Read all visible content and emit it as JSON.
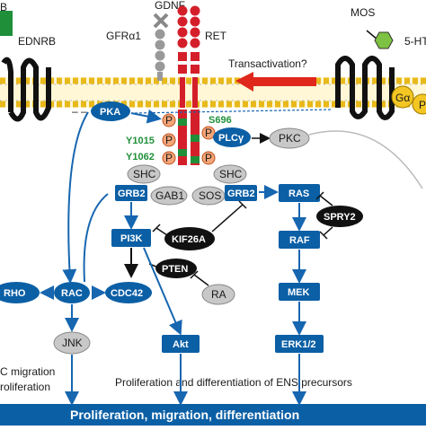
{
  "labels": {
    "ednrb_cut": "B",
    "ednrb": "EDNRB",
    "gdnf": "GDNF",
    "gfra1": "GFRα1",
    "ret": "RET",
    "mos": "MOS",
    "ht": "5-HT",
    "transactivation": "Transactivation?",
    "galpha": "Gα",
    "pka": "PKA",
    "p": "P",
    "s696": "S696",
    "y1015": "Y1015",
    "y1062": "Y1062",
    "plcg": "PLCγ",
    "pkc": "PKC",
    "shc": "SHC",
    "grb2": "GRB2",
    "gab1": "GAB1",
    "sos": "SOS",
    "ras": "RAS",
    "spry2": "SPRY2",
    "pi3k": "PI3K",
    "kif26a": "KIF26A",
    "raf": "RAF",
    "pten": "PTEN",
    "rho": "RHO",
    "rac": "RAC",
    "cdc42": "CDC42",
    "ra": "RA",
    "mek": "MEK",
    "jnk": "JNK",
    "akt": "Akt",
    "erk": "ERK1/2",
    "enc_migration": "C migration",
    "proliferation_left": "roliferation",
    "ens_precursors": "Proliferation and differentiation of ENS precursors",
    "bottom_bar": "Proliferation, migration, differentiation"
  },
  "colors": {
    "blue": "#0b5fa5",
    "arrow_blue": "#1666b0",
    "black_node": "#111111",
    "gray_node": "#c8c8c8",
    "red_arrow": "#e0271c",
    "ret_red": "#d41f2a",
    "green": "#1f8f3a",
    "membrane_yellow": "#f3c623"
  }
}
